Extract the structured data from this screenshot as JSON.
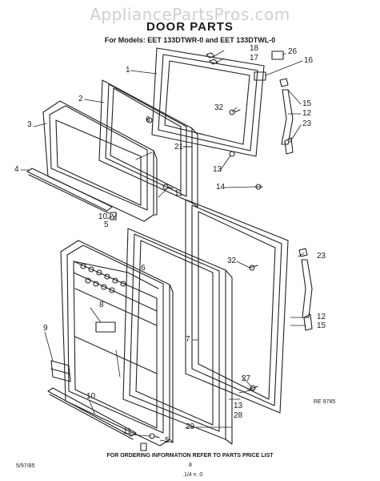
{
  "watermark": "AppliancePartsPros.com",
  "title": "DOOR PARTS",
  "subtitle": "For Models: EET 133DTWR-0 and EET 133DTWL-0",
  "callouts": [
    "1",
    "2",
    "3",
    "4",
    "5",
    "6",
    "7",
    "8",
    "9",
    "10",
    "11",
    "12",
    "13",
    "14",
    "15",
    "16",
    "17",
    "18",
    "21",
    "23",
    "26",
    "27",
    "28",
    "29",
    "32"
  ],
  "footer": "FOR ORDERING INFORMATION REFER TO PARTS PRICE LIST",
  "codes": {
    "ref_number": "RE 9785",
    "left_code": "5/97/85",
    "page_number": "8",
    "bottom_code": ".1/4 n .0"
  }
}
